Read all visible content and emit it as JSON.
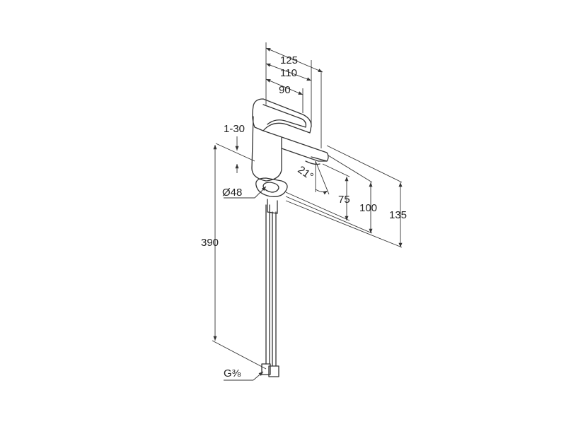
{
  "dimensions": {
    "width_125": "125",
    "width_110": "110",
    "width_90": "90",
    "deck_thickness": "1-30",
    "hole_diameter": "Ø48",
    "angle": "21°",
    "height_75": "75",
    "height_100": "100",
    "height_135": "135",
    "hose_length": "390",
    "connection_thread": "G⅜"
  },
  "colors": {
    "line": "#333333",
    "background": "#ffffff"
  }
}
